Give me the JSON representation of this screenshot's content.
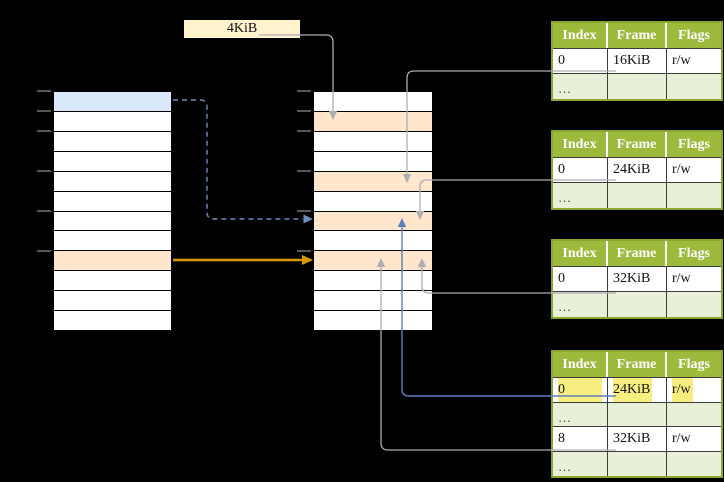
{
  "page_size_label": "4KiB",
  "memory_columns": [
    {
      "name": "left-memory-column",
      "rows": [
        "blue",
        "white",
        "white",
        "white",
        "white",
        "white",
        "white",
        "white",
        "orange",
        "white",
        "white",
        "white"
      ]
    },
    {
      "name": "middle-memory-column",
      "rows": [
        "white",
        "orange",
        "white",
        "white",
        "orange",
        "white",
        "orange",
        "white",
        "orange",
        "white",
        "white",
        "white"
      ]
    }
  ],
  "tables": [
    {
      "headers": [
        "Index",
        "Frame",
        "Flags"
      ],
      "rows": [
        {
          "index": "0",
          "frame": "16KiB",
          "flags": "r/w"
        },
        {
          "index": "…",
          "frame": "",
          "flags": ""
        }
      ]
    },
    {
      "headers": [
        "Index",
        "Frame",
        "Flags"
      ],
      "rows": [
        {
          "index": "0",
          "frame": "24KiB",
          "flags": "r/w"
        },
        {
          "index": "…",
          "frame": "",
          "flags": ""
        }
      ]
    },
    {
      "headers": [
        "Index",
        "Frame",
        "Flags"
      ],
      "rows": [
        {
          "index": "0",
          "frame": "32KiB",
          "flags": "r/w"
        },
        {
          "index": "…",
          "frame": "",
          "flags": ""
        }
      ]
    },
    {
      "headers": [
        "Index",
        "Frame",
        "Flags"
      ],
      "rows": [
        {
          "index": "0",
          "frame": "24KiB",
          "flags": "r/w",
          "highlighted": true
        },
        {
          "index": "…",
          "frame": "",
          "flags": ""
        },
        {
          "index": "8",
          "frame": "32KiB",
          "flags": "r/w"
        },
        {
          "index": "…",
          "frame": "",
          "flags": ""
        }
      ]
    }
  ],
  "colors": {
    "background": "#000000",
    "row_blue": "#dae8fc",
    "row_orange": "#ffe6cc",
    "label_cream": "#fff2cc",
    "table_header_green": "#9cbb3d",
    "table_border_green": "#8aa62f",
    "table_row_light_green": "#e9f0d8",
    "highlight_yellow": "#f6ee7e",
    "arrow_gray": "#adadb2",
    "arrow_blue": "#5f7ebb",
    "arrow_blue_dashed": "#6c8ebf",
    "arrow_orange": "#d79b00",
    "tick_gray": "#6e6e6e"
  }
}
